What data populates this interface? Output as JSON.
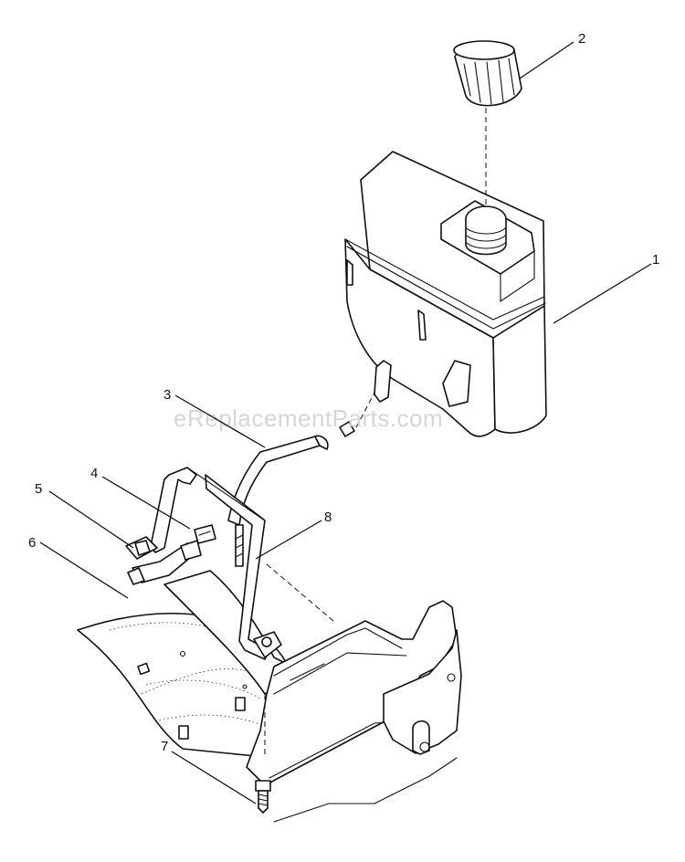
{
  "watermark": "eReplacementParts.com",
  "callouts": [
    {
      "id": "1",
      "label": "1"
    },
    {
      "id": "2",
      "label": "2"
    },
    {
      "id": "3",
      "label": "3"
    },
    {
      "id": "4",
      "label": "4"
    },
    {
      "id": "5",
      "label": "5"
    },
    {
      "id": "6",
      "label": "6"
    },
    {
      "id": "7",
      "label": "7"
    },
    {
      "id": "8",
      "label": "8"
    }
  ],
  "parts": [
    {
      "callout": "1",
      "icon": "fuel-tank-icon"
    },
    {
      "callout": "2",
      "icon": "fuel-cap-icon"
    },
    {
      "callout": "3",
      "icon": "fuel-hose-icon"
    },
    {
      "callout": "4",
      "icon": "hose-clamp-icon"
    },
    {
      "callout": "5",
      "icon": "nut-icon"
    },
    {
      "callout": "6",
      "icon": "fitting-icon"
    },
    {
      "callout": "7",
      "icon": "screw-icon"
    },
    {
      "callout": "8",
      "icon": "bracket-icon"
    }
  ]
}
